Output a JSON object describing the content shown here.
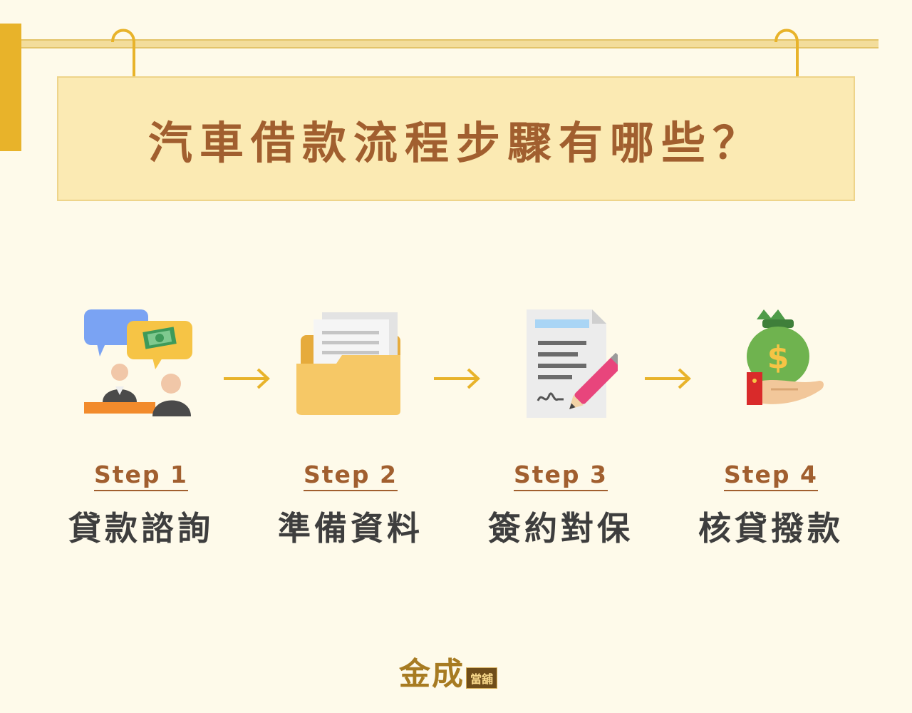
{
  "banner": {
    "title": "汽車借款流程步驟有哪些？"
  },
  "steps": [
    {
      "label": "Step 1",
      "name": "貸款諮詢",
      "icon": "consultation-icon"
    },
    {
      "label": "Step 2",
      "name": "準備資料",
      "icon": "folder-documents-icon"
    },
    {
      "label": "Step 3",
      "name": "簽約對保",
      "icon": "contract-sign-icon"
    },
    {
      "label": "Step 4",
      "name": "核貸撥款",
      "icon": "money-bag-hand-icon"
    }
  ],
  "logo": {
    "main": "金成",
    "tag": "當舖"
  },
  "colors": {
    "accent": "#a15f2f",
    "bar": "#e8b32a",
    "banner": "#fbeab3",
    "background": "#fefaea"
  }
}
